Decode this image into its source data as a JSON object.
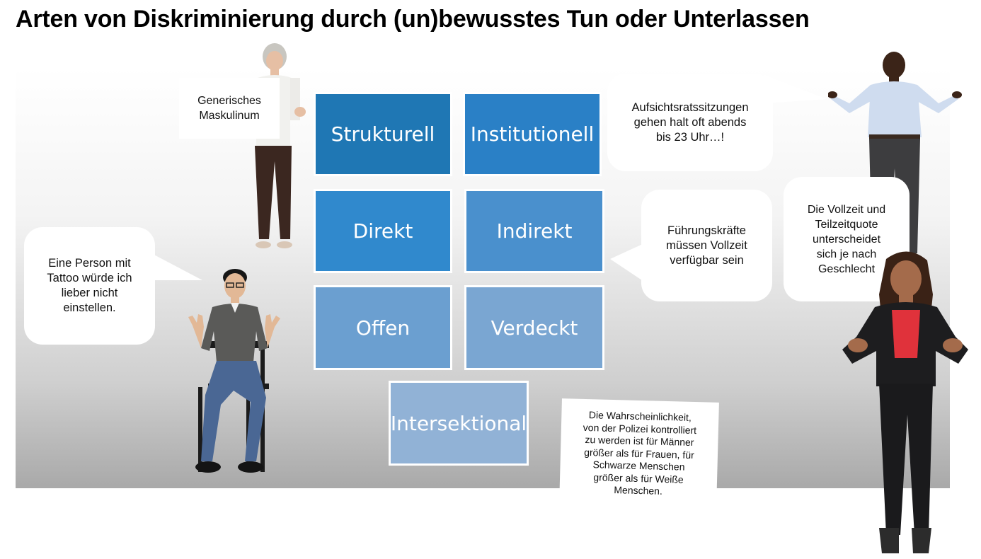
{
  "title": "Arten von Diskriminierung durch (un)bewusstes Tun oder Unterlassen",
  "tiles": [
    {
      "label": "Strukturell",
      "color": "#1f77b4"
    },
    {
      "label": "Institutionell",
      "color": "#2a80c6"
    },
    {
      "label": "Direkt",
      "color": "#3089cd"
    },
    {
      "label": "Indirekt",
      "color": "#4a90cd"
    },
    {
      "label": "Offen",
      "color": "#6b9fd0"
    },
    {
      "label": "Verdeckt",
      "color": "#7aa6d2"
    },
    {
      "label": "Intersektional",
      "color": "#91b2d6"
    }
  ],
  "bubbles": {
    "maskulinum": "Generisches\nMaskulinum",
    "tattoo": "Eine Person mit\nTattoo würde ich\nlieber nicht\neinstellen.",
    "aufsichtsrat": "Aufsichtsratssitzungen\ngehen halt oft abends\nbis 23 Uhr…!",
    "fuehrung": "Führungskräfte\nmüssen Vollzeit\nverfügbar sein",
    "vollzeit": "Die Vollzeit und\nTeilzeitquote\nunterscheidet\nsich je nach\nGeschlecht",
    "polizei": "Die Wahrscheinlichkeit,\nvon der Polizei kontrolliert\nzu werden ist für Männer\ngrößer als für Frauen, für\nSchwarze Menschen\ngrößer als für Weiße\nMenschen."
  }
}
